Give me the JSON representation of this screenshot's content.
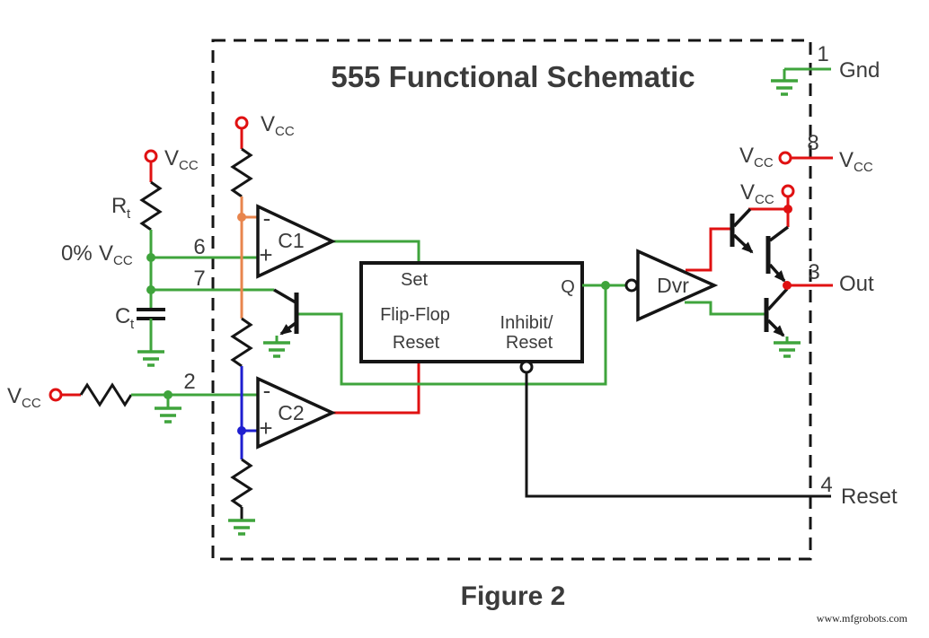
{
  "title": "555 Functional Schematic",
  "caption": "Figure 2",
  "watermark": "www.mfgrobots.com",
  "colors": {
    "wire_green": "#3fa43c",
    "wire_red": "#e01112",
    "wire_orange": "#e8854d",
    "wire_blue": "#1f1fd0",
    "component_black": "#151515",
    "label_gray": "#3b3b3b"
  },
  "labels": {
    "v": "V",
    "cc": "CC",
    "r": "R",
    "t_sub": "t",
    "c": "C",
    "zero_percent": "0%",
    "minus": "-",
    "plus": "+"
  },
  "components": {
    "comparator1": "C1",
    "comparator2": "C2",
    "driver": "Dvr"
  },
  "flip_flop": {
    "set": "Set",
    "name": "Flip-Flop",
    "reset": "Reset",
    "inhibit_line1": "Inhibit/",
    "inhibit_line2": "Reset",
    "q": "Q"
  },
  "pins": {
    "gnd": {
      "num": "1",
      "name": "Gnd"
    },
    "vcc": {
      "num": "8"
    },
    "out": {
      "num": "3",
      "name": "Out"
    },
    "reset": {
      "num": "4",
      "name": "Reset"
    },
    "threshold": {
      "num": "6"
    },
    "discharge": {
      "num": "7"
    },
    "trigger": {
      "num": "2"
    }
  }
}
